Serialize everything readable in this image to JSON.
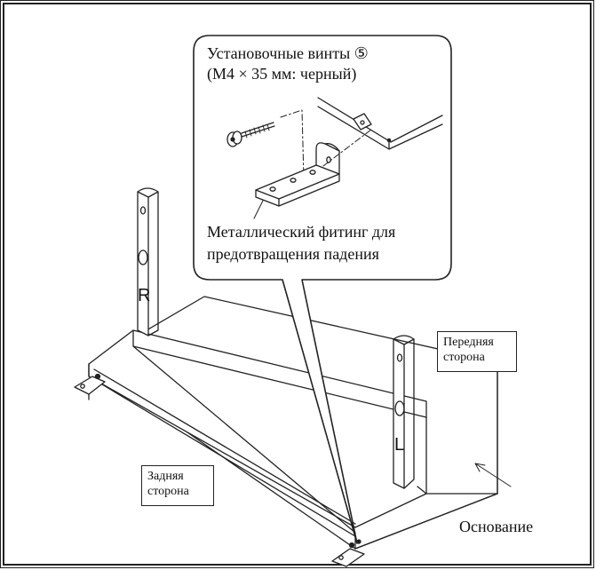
{
  "callout": {
    "screws_line1": "Установочные винты ⑤",
    "screws_line2": "(M4 × 35 мм: черный)",
    "fitting_line1": "Металлический фитинг для",
    "fitting_line2": "предотвращения падения"
  },
  "labels": {
    "front_line1": "Передняя",
    "front_line2": "сторона",
    "back_line1": "Задняя",
    "back_line2": "сторона",
    "base": "Основание",
    "post_right_letter": "R",
    "post_left_letter": "L"
  }
}
